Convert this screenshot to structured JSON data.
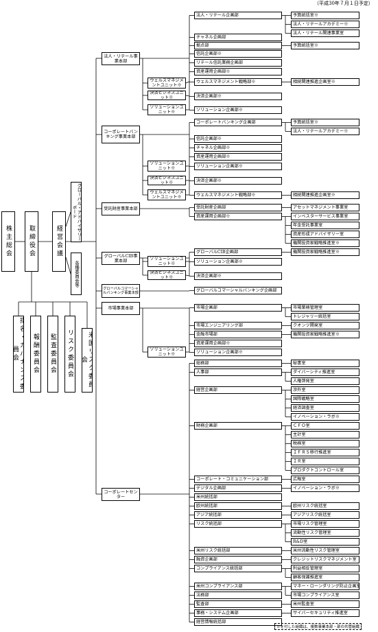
{
  "date_note": "（平成30年７月１日予定）",
  "footnote": "※を付した組織は、複数事業本部・部の共管組織",
  "top": {
    "shareholders": "株主総会",
    "board": "取締役会",
    "mgmt": "経営会議",
    "advisory": "グローバル・アドバイザリーボード",
    "committees_misc": "各種委員会等",
    "committees": [
      "指名・ガバナンス委員会",
      "報酬委員会",
      "監査委員会",
      "リスク委員会",
      "米国リスク委員会"
    ]
  },
  "hq": {
    "retail": "法人・リテール事業本部",
    "corp": "コーポレートバンキング事業本部",
    "trust": "受託財産事業本部",
    "gcib": "グローバルCIB事業本部",
    "gcb": "グローバルコマーシャルバンキング事業本部",
    "market": "市場事業本部",
    "center": "コーポレートセンター"
  },
  "units": {
    "wealth": "ウェルスマネジメントユニット※",
    "settle": "決済ビジネスユニット※",
    "solution": "ソリューションユニット※"
  },
  "retail_depts": [
    "法人・リテール企画部",
    "チャネル企画部",
    "拠点部",
    "信託企画部※",
    "リテール信託業務企画部",
    "資産運用企画部※",
    "ウェルスマネジメント戦略部※",
    "決済企画部※",
    "ソリューション企画部※"
  ],
  "corp_depts": [
    "コーポレートバンキング企画部",
    "信託企画部※",
    "チャネル企画部※",
    "資産運用企画部※",
    "ソリューション企画部※",
    "決済企画部※",
    "ウェルスマネジメント戦略部※"
  ],
  "trust_depts": [
    "受託財産企画部",
    "資産運用企画部※"
  ],
  "gcib_depts": [
    "グローバルCIB企画部",
    "ソリューション企画部※",
    "決済企画部※"
  ],
  "gcb_depts": [
    "グローバルコマーシャルバンキング企画部"
  ],
  "market_depts": [
    "市場企画部",
    "市場エンジニアリング部",
    "金融市場部",
    "資産運用企画部※",
    "ソリューション企画部※"
  ],
  "center_depts": [
    "総務部",
    "人事部",
    "経営企画部",
    "財務企画部",
    "コーポレート・コミュニケーション部",
    "デジタル企画部",
    "米州統括部",
    "欧州統括部",
    "アジア統括部",
    "リスク統括部",
    "米州リスク統括部",
    "融資企画部",
    "コンプライアンス統括部",
    "米州コンプライアンス部",
    "法務部",
    "監査部",
    "事務・システム企画部",
    "経営情報統括部"
  ],
  "offices": {
    "retail_plan": [
      "予算統括室※",
      "法人・リテールアカデミー※",
      "法人・リテール関連事業室"
    ],
    "base": "予算統括室※",
    "wealth_strategy": "相続関連推進企画室※",
    "corp_plan": [
      "予算統括室※",
      "法人・リテールアカデミー※"
    ],
    "corp_wealth": "相続関連推進企画室※",
    "trust_plan": [
      "アセットマネジメント事業室",
      "インベスターサービス事業室",
      "年金受託事業室",
      "資産形成アドバイザリー室",
      "機関投資家戦略推進室※"
    ],
    "gcib_plan": "機関投資家戦略推進室※",
    "market_plan": [
      "市場業務管理室",
      "トレジャリー統括室"
    ],
    "engineering": "クオンツ開発室",
    "fin_market": "機関投資家戦略推進室※",
    "general": "秘書室",
    "hr": [
      "ダイバーシティ推進室",
      "人権啓発室"
    ],
    "planning": [
      "渉外室",
      "国際戦略室",
      "経済調査室",
      "イノベーション・ラボ※"
    ],
    "finance": [
      "ＣＦＯ室",
      "主計室",
      "税務室",
      "ＩＦＲＳ移行推進室",
      "ＩＲ室",
      "プロダクトコントロール室"
    ],
    "corpcomm": "広報室",
    "digital": "イノベーション・ラボ※",
    "europe": "欧州リスク統括室",
    "asia": "アジアリスク統括室",
    "risk": [
      "市場リスク管理室",
      "流動性リスク管理室",
      "R&D室"
    ],
    "us_risk": "米州流動性リスク管理室",
    "credit": "クレジットリスクマネジメント室",
    "compliance": [
      "利益相反管理室",
      "顧客保護推進室"
    ],
    "us_compliance": [
      "マネー・ローンダリング防止企画室",
      "市場コンプライアンス室"
    ],
    "audit": "米州監査室",
    "system": "サイバーセキュリティ推進室"
  }
}
